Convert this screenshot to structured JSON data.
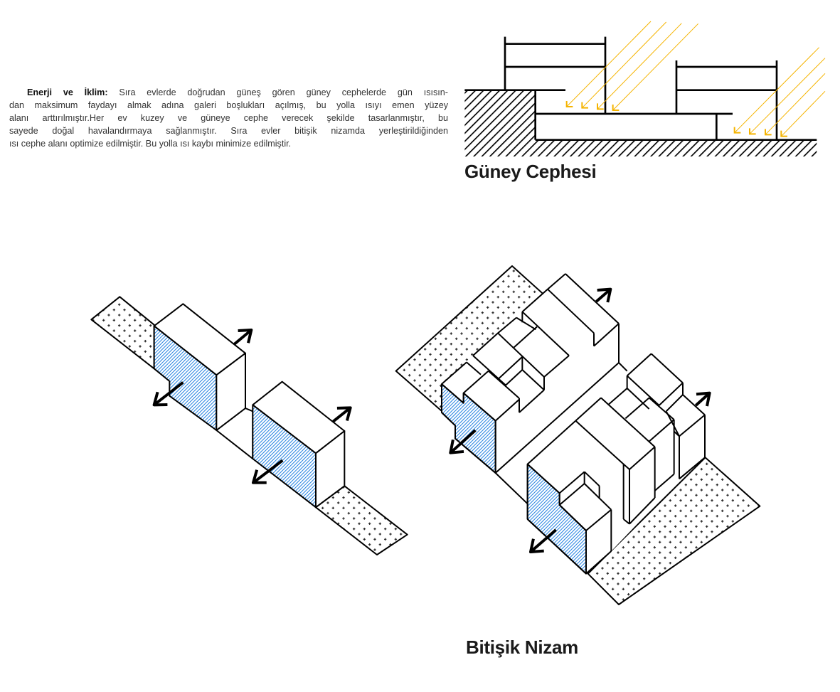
{
  "paragraph": {
    "lead": "Enerji ve İklim:",
    "lines": [
      " Sıra evlerde doğrudan güneş gören güney cephelerde gün ısısın-",
      "dan maksimum faydayı almak adına galeri boşlukları açılmış, bu yolla ısıyı emen yüzey",
      "alanı arttırılmıştır.Her ev kuzey ve güneye cephe verecek şekilde tasarlanmıştır, bu",
      "sayede doğal havalandırmaya sağlanmıştır. Sıra evler bitişik nizamda yerleştirildiğinden",
      "ısı cephe alanı optimize edilmiştir. Bu yolla ısı kaybı minimize edilmiştir."
    ]
  },
  "section_titles": {
    "south_facade": "Güney Cephesi",
    "attached_layout": "Bitişik Nizam"
  },
  "colors": {
    "sun_ray": "#f5b400",
    "facade_hatch": "#1f7fe0",
    "line": "#000000"
  }
}
